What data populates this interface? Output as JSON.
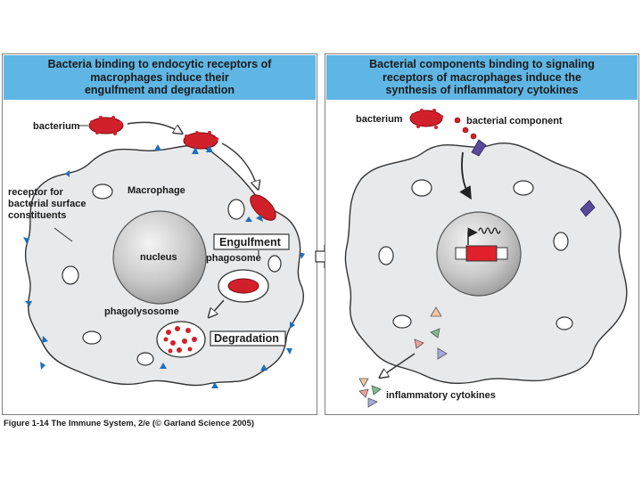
{
  "left_panel": {
    "title_lines": [
      "Bacteria binding to endocytic receptors of",
      "macrophages induce their",
      "engulfment and degradation"
    ],
    "labels": {
      "bacterium": "bacterium",
      "receptor": [
        "receptor for",
        "bacterial surface",
        "constituents"
      ],
      "macrophage": "Macrophage",
      "nucleus": "nucleus",
      "engulfment": "Engulfment",
      "phagosome": "phagosome",
      "phagolysosome": "phagolysosome",
      "degradation": "Degradation"
    }
  },
  "right_panel": {
    "title_lines": [
      "Bacterial components binding to signaling",
      "receptors of macrophages induce the",
      "synthesis of inflammatory cytokines"
    ],
    "labels": {
      "bacterium": "bacterium",
      "bacterial_component": "bacterial component",
      "inflammatory_cytokines": "inflammatory cytokines"
    }
  },
  "caption": "Figure 1-14 The Immune System, 2/e (© Garland Science 2005)",
  "colors": {
    "title_bar": "#5fb6e4",
    "cell_fill": "#e8e9ea",
    "bacterium": "#d2202a",
    "receptor": "#1e6fbf",
    "signal_receptor": "#5a4a9a"
  }
}
